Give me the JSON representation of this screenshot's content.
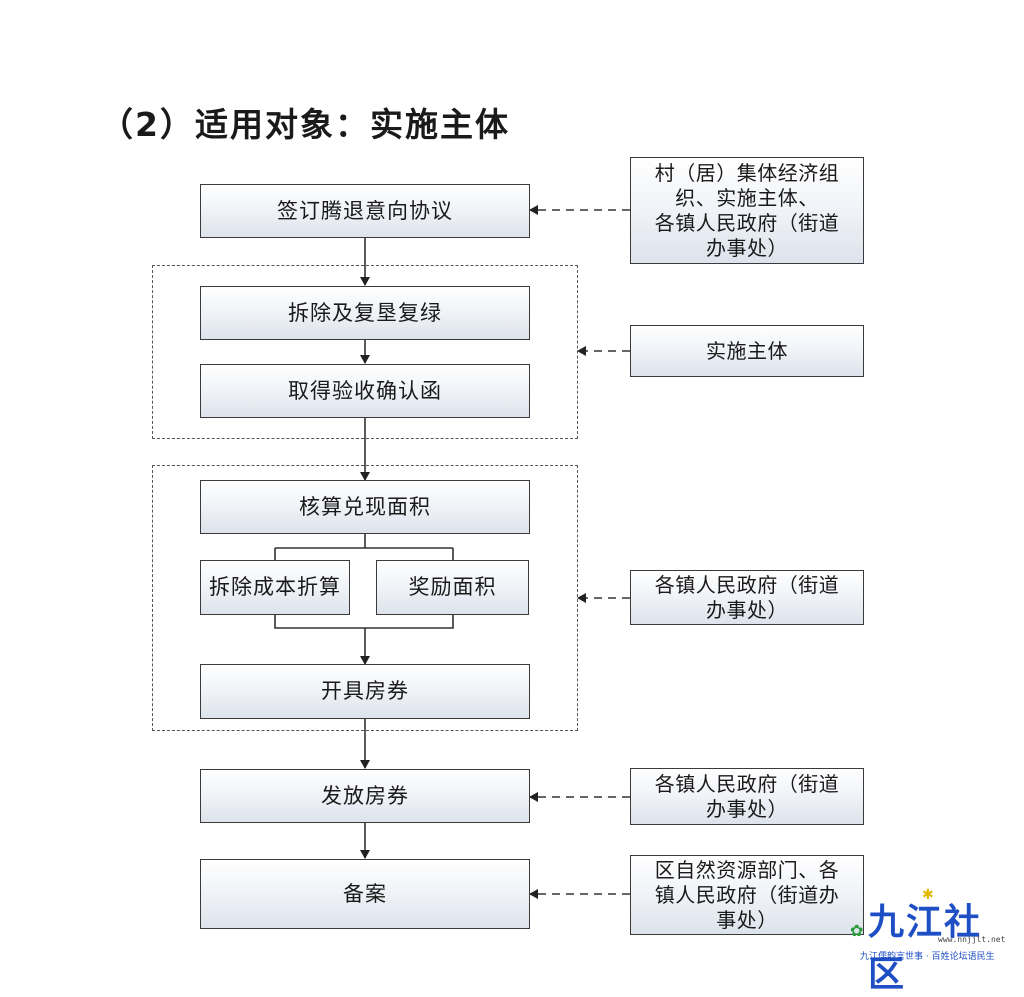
{
  "title": "（2）适用对象：实施主体",
  "steps": {
    "sign": "签订腾退意向协议",
    "demolish": "拆除及复垦复绿",
    "acceptance": "取得验收确认函",
    "calc": "核算兑现面积",
    "cost": "拆除成本折算",
    "reward": "奖励面积",
    "voucher": "开具房券",
    "issue": "发放房券",
    "filing": "备案"
  },
  "actors": {
    "a1": "村（居）集体经济组\n织、实施主体、\n各镇人民政府（街道\n办事处）",
    "a2": "实施主体",
    "a3": "各镇人民政府（街道\n办事处）",
    "a4": "各镇人民政府（街道\n办事处）",
    "a5": "区自然资源部门、各\n镇人民政府（街道办\n事处）"
  },
  "watermark": {
    "name": "九江社区",
    "url": "www.nnjjlt.net",
    "slogan": "九江儒韵言世事 · 百姓论坛语民生"
  },
  "colors": {
    "box_border": "#3a3a3a",
    "box_fill_top": "#ffffff",
    "box_fill_bottom": "#dde3ec",
    "line": "#333333",
    "logo_blue": "#1f4fc4"
  }
}
